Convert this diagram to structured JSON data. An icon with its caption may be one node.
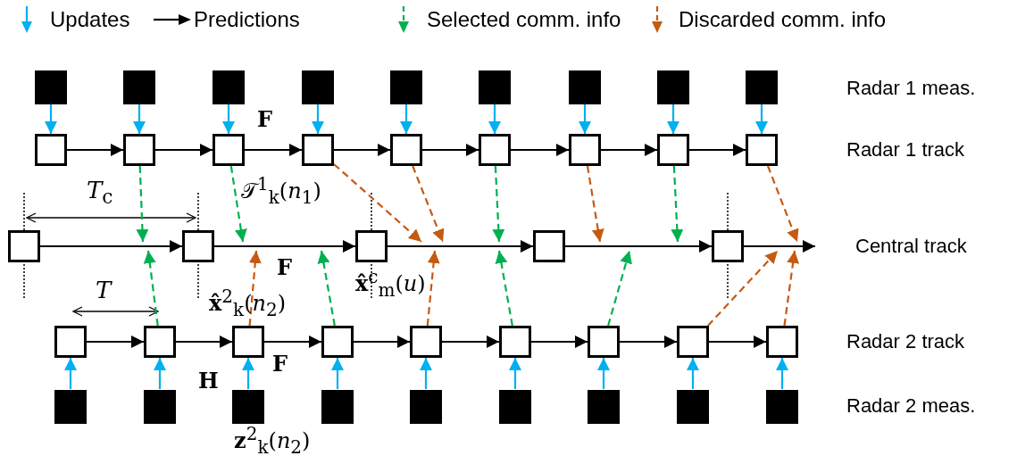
{
  "diagram": {
    "nodes": [
      {
        "text": [],
        "shape": "box"
      },
      {
        "text": [],
        "shape": "box"
      },
      {
        "text": [],
        "shape": "box"
      },
      {
        "text": [],
        "shape": "box"
      },
      {
        "text": [],
        "shape": "box"
      },
      {
        "text": [],
        "shape": "box"
      },
      {
        "text": [],
        "shape": "box"
      },
      {
        "text": [],
        "shape": "box"
      },
      {
        "text": [],
        "shape": "box"
      },
      {
        "text": [],
        "shape": "box"
      },
      {
        "text": [],
        "shape": "box"
      },
      {
        "text": [],
        "shape": "box"
      },
      {
        "text": [],
        "shape": "box"
      },
      {
        "text": [],
        "shape": "box"
      },
      {
        "text": [],
        "shape": "box"
      },
      {
        "text": [],
        "shape": "box"
      },
      {
        "text": [],
        "shape": "box"
      },
      {
        "text": [],
        "shape": "box"
      },
      {
        "text": [],
        "shape": "box"
      },
      {
        "text": [],
        "shape": "box"
      },
      {
        "text": [],
        "shape": "box"
      },
      {
        "text": [],
        "shape": "box"
      },
      {
        "text": [],
        "shape": "box"
      },
      {
        "text": [],
        "shape": "box"
      },
      {
        "text": [],
        "shape": "box"
      },
      {
        "text": [],
        "shape": "box"
      },
      {
        "text": [],
        "shape": "box"
      },
      {
        "text": [],
        "shape": "box"
      },
      {
        "text": [],
        "shape": "box"
      },
      {
        "text": [],
        "shape": "box"
      },
      {
        "text": [],
        "shape": "box"
      },
      {
        "text": [],
        "shape": "box"
      },
      {
        "text": [],
        "shape": "box"
      },
      {
        "text": [],
        "shape": "box"
      },
      {
        "text": [],
        "shape": "box"
      },
      {
        "text": [],
        "shape": "box"
      },
      {
        "text": [],
        "shape": "box"
      },
      {
        "text": [],
        "shape": "box"
      },
      {
        "text": [],
        "shape": "box"
      },
      {
        "text": [],
        "shape": "box"
      },
      {
        "text": [],
        "shape": "box"
      }
    ],
    "edges": [
      {
        "from": 0,
        "to": 9,
        "arrow": "to",
        "color": "#00b0f0"
      },
      {
        "from": 1,
        "to": 10,
        "arrow": "to",
        "color": "#00b0f0"
      },
      {
        "from": 2,
        "to": 11,
        "arrow": "to",
        "color": "#00b0f0"
      },
      {
        "from": 3,
        "to": 12,
        "arrow": "to",
        "color": "#00b0f0"
      },
      {
        "from": 4,
        "to": 13,
        "arrow": "to",
        "color": "#00b0f0"
      },
      {
        "from": 5,
        "to": 14,
        "arrow": "to",
        "color": "#00b0f0"
      },
      {
        "from": 6,
        "to": 15,
        "arrow": "to",
        "color": "#00b0f0"
      },
      {
        "from": 7,
        "to": 16,
        "arrow": "to",
        "color": "#00b0f0"
      },
      {
        "from": 8,
        "to": 17,
        "arrow": "to",
        "color": "#00b0f0"
      },
      {
        "from": 9,
        "to": 10,
        "arrow": "to"
      },
      {
        "from": 10,
        "to": 11,
        "arrow": "to"
      },
      {
        "from": 11,
        "to": 12,
        "arrow": "to"
      },
      {
        "from": 12,
        "to": 13,
        "arrow": "to"
      },
      {
        "from": 13,
        "to": 14,
        "arrow": "to"
      },
      {
        "from": 14,
        "to": 15,
        "arrow": "to"
      },
      {
        "from": 15,
        "to": 16,
        "arrow": "to"
      },
      {
        "from": 16,
        "to": 17,
        "arrow": "to"
      },
      {
        "from": 18,
        "to": 19,
        "arrow": "to"
      },
      {
        "from": 19,
        "to": 20,
        "arrow": "to"
      },
      {
        "from": 20,
        "to": 21,
        "arrow": "to"
      },
      {
        "from": 21,
        "to": 22,
        "arrow": "to"
      },
      {
        "from": 22,
        "to": null,
        "arrow": "to"
      },
      {
        "from": 23,
        "to": 24,
        "arrow": "to"
      },
      {
        "from": 24,
        "to": 25,
        "arrow": "to"
      },
      {
        "from": 25,
        "to": 26,
        "arrow": "to"
      },
      {
        "from": 26,
        "to": 27,
        "arrow": "to"
      },
      {
        "from": 27,
        "to": 28,
        "arrow": "to"
      },
      {
        "from": 28,
        "to": 29,
        "arrow": "to"
      },
      {
        "from": 29,
        "to": 30,
        "arrow": "to"
      },
      {
        "from": 30,
        "to": 31,
        "arrow": "to"
      },
      {
        "from": 32,
        "to": 23,
        "arrow": "to",
        "color": "#00b0f0"
      },
      {
        "from": 33,
        "to": 24,
        "arrow": "to",
        "color": "#00b0f0"
      },
      {
        "from": 34,
        "to": 25,
        "arrow": "to",
        "color": "#00b0f0"
      },
      {
        "from": 35,
        "to": 26,
        "arrow": "to",
        "color": "#00b0f0"
      },
      {
        "from": 36,
        "to": 27,
        "arrow": "to",
        "color": "#00b0f0"
      },
      {
        "from": 37,
        "to": 28,
        "arrow": "to",
        "color": "#00b0f0"
      },
      {
        "from": 38,
        "to": 29,
        "arrow": "to",
        "color": "#00b0f0"
      },
      {
        "from": 39,
        "to": 30,
        "arrow": "to",
        "color": "#00b0f0"
      },
      {
        "from": 40,
        "to": 31,
        "arrow": "to",
        "color": "#00b0f0"
      },
      {
        "from": 10,
        "to": null,
        "arrow": "to",
        "style": "dashed",
        "color": "#00b050"
      },
      {
        "from": 11,
        "to": null,
        "arrow": "to",
        "style": "dashed",
        "color": "#00b050"
      },
      {
        "from": 12,
        "to": null,
        "arrow": "to",
        "style": "dashed",
        "color": "#c55a11"
      },
      {
        "from": 13,
        "to": null,
        "arrow": "to",
        "style": "dashed",
        "color": "#c55a11"
      },
      {
        "from": 14,
        "to": null,
        "arrow": "to",
        "style": "dashed",
        "color": "#00b050"
      },
      {
        "from": 15,
        "to": null,
        "arrow": "to",
        "style": "dashed",
        "color": "#c55a11"
      },
      {
        "from": 16,
        "to": null,
        "arrow": "to",
        "style": "dashed",
        "color": "#00b050"
      },
      {
        "from": 17,
        "to": null,
        "arrow": "to",
        "style": "dashed",
        "color": "#c55a11"
      },
      {
        "from": 24,
        "to": null,
        "arrow": "to",
        "style": "dashed",
        "color": "#00b050"
      },
      {
        "from": 25,
        "to": null,
        "arrow": "to",
        "style": "dashed",
        "color": "#c55a11"
      },
      {
        "from": 26,
        "to": null,
        "arrow": "to",
        "style": "dashed",
        "color": "#00b050"
      },
      {
        "from": 27,
        "to": null,
        "arrow": "to",
        "style": "dashed",
        "color": "#c55a11"
      },
      {
        "from": 28,
        "to": null,
        "arrow": "to",
        "style": "dashed",
        "color": "#00b050"
      },
      {
        "from": 29,
        "to": null,
        "arrow": "to",
        "style": "dashed",
        "color": "#00b050"
      },
      {
        "from": 30,
        "to": null,
        "arrow": "to",
        "style": "dashed",
        "color": "#c55a11"
      },
      {
        "from": 31,
        "to": null,
        "arrow": "to",
        "style": "dashed",
        "color": "#c55a11"
      }
    ],
    "labels": [
      "Radar 1 meas.",
      "**F**",
      "Radar 1 track",
      "*T*$_{c}$",
      "𝒯$^{1}$$_{k}$(*n*$_{1}$)",
      "Central track",
      "**F**",
      "**x̂**$^{c}$$_{m}$(*u*)",
      "*T*",
      "**x̂**$^{2}$$_{k}$(*n*$_{2}$)",
      "Radar 2 track",
      "**F**",
      "**H**",
      "Radar 2 meas.",
      "**z**$^{2}$$_{k}$(*n*$_{2}$)"
    ],
    "legend": [
      {
        "text": "Updates"
      },
      {
        "text": "Predictions"
      },
      {
        "text": "Selected comm. info"
      },
      {
        "text": "Discarded comm. info"
      }
    ]
  }
}
